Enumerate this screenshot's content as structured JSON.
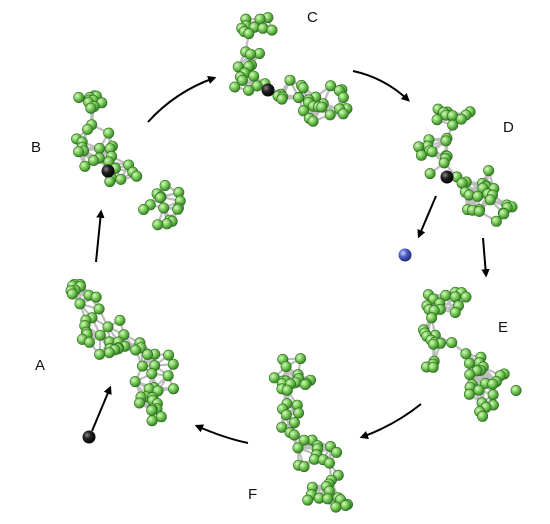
{
  "diagram": {
    "stages": [
      {
        "id": "A",
        "label": "A"
      },
      {
        "id": "B",
        "label": "B"
      },
      {
        "id": "C",
        "label": "C"
      },
      {
        "id": "D",
        "label": "D"
      },
      {
        "id": "E",
        "label": "E"
      },
      {
        "id": "F",
        "label": "F"
      }
    ],
    "colors": {
      "atom": "#7ccf5a",
      "atom_dark": "#3f8a2a",
      "bond": "#c4c4c4",
      "black_ion": "#111111",
      "blue_ion": "#3a4fb0",
      "arrow": "#000000"
    }
  }
}
